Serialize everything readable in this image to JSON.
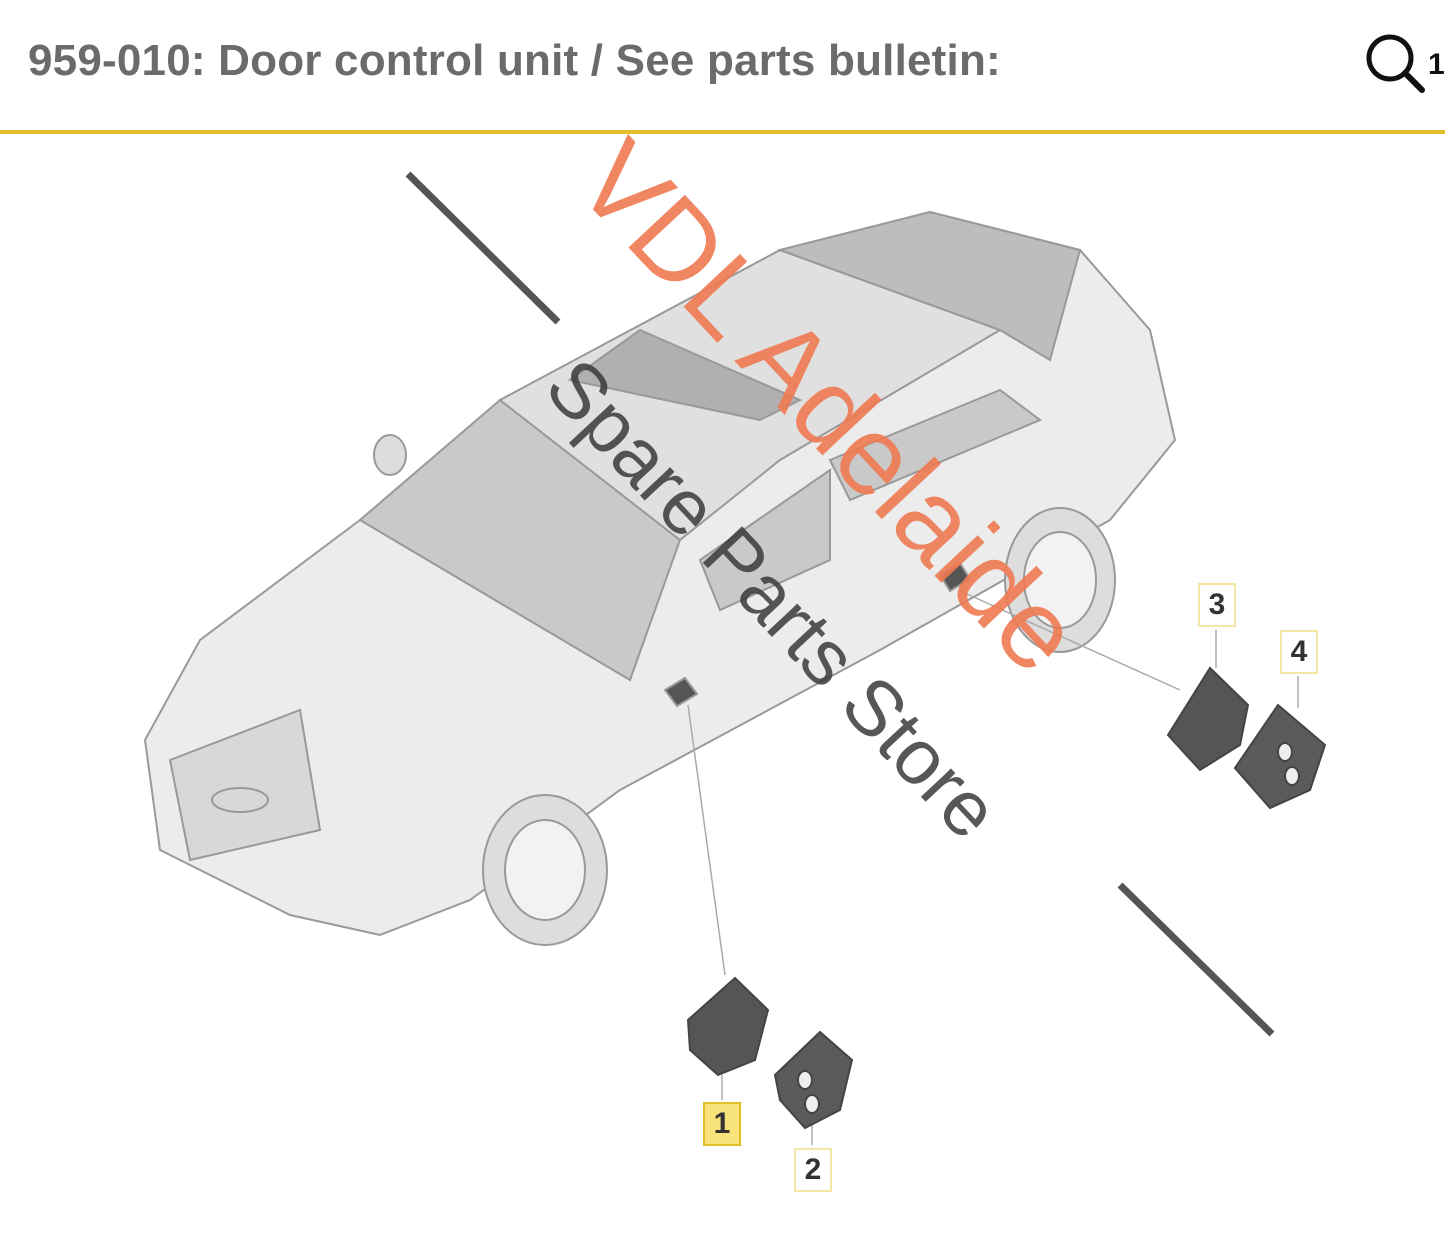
{
  "header": {
    "title": "959-010: Door control unit / See parts bulletin:",
    "search_icon": "magnifier-icon",
    "search_suffix": "1"
  },
  "colors": {
    "accent_rule": "#e2bf2a",
    "watermark_orange": "#ef7a52",
    "callout_selected": "#f7e37a"
  },
  "watermark": {
    "line1": "VDL Adelaide",
    "line2": "Spare Parts Store"
  },
  "callouts": [
    {
      "label": "1",
      "selected": true
    },
    {
      "label": "2",
      "selected": false
    },
    {
      "label": "3",
      "selected": false
    },
    {
      "label": "4",
      "selected": false
    }
  ]
}
